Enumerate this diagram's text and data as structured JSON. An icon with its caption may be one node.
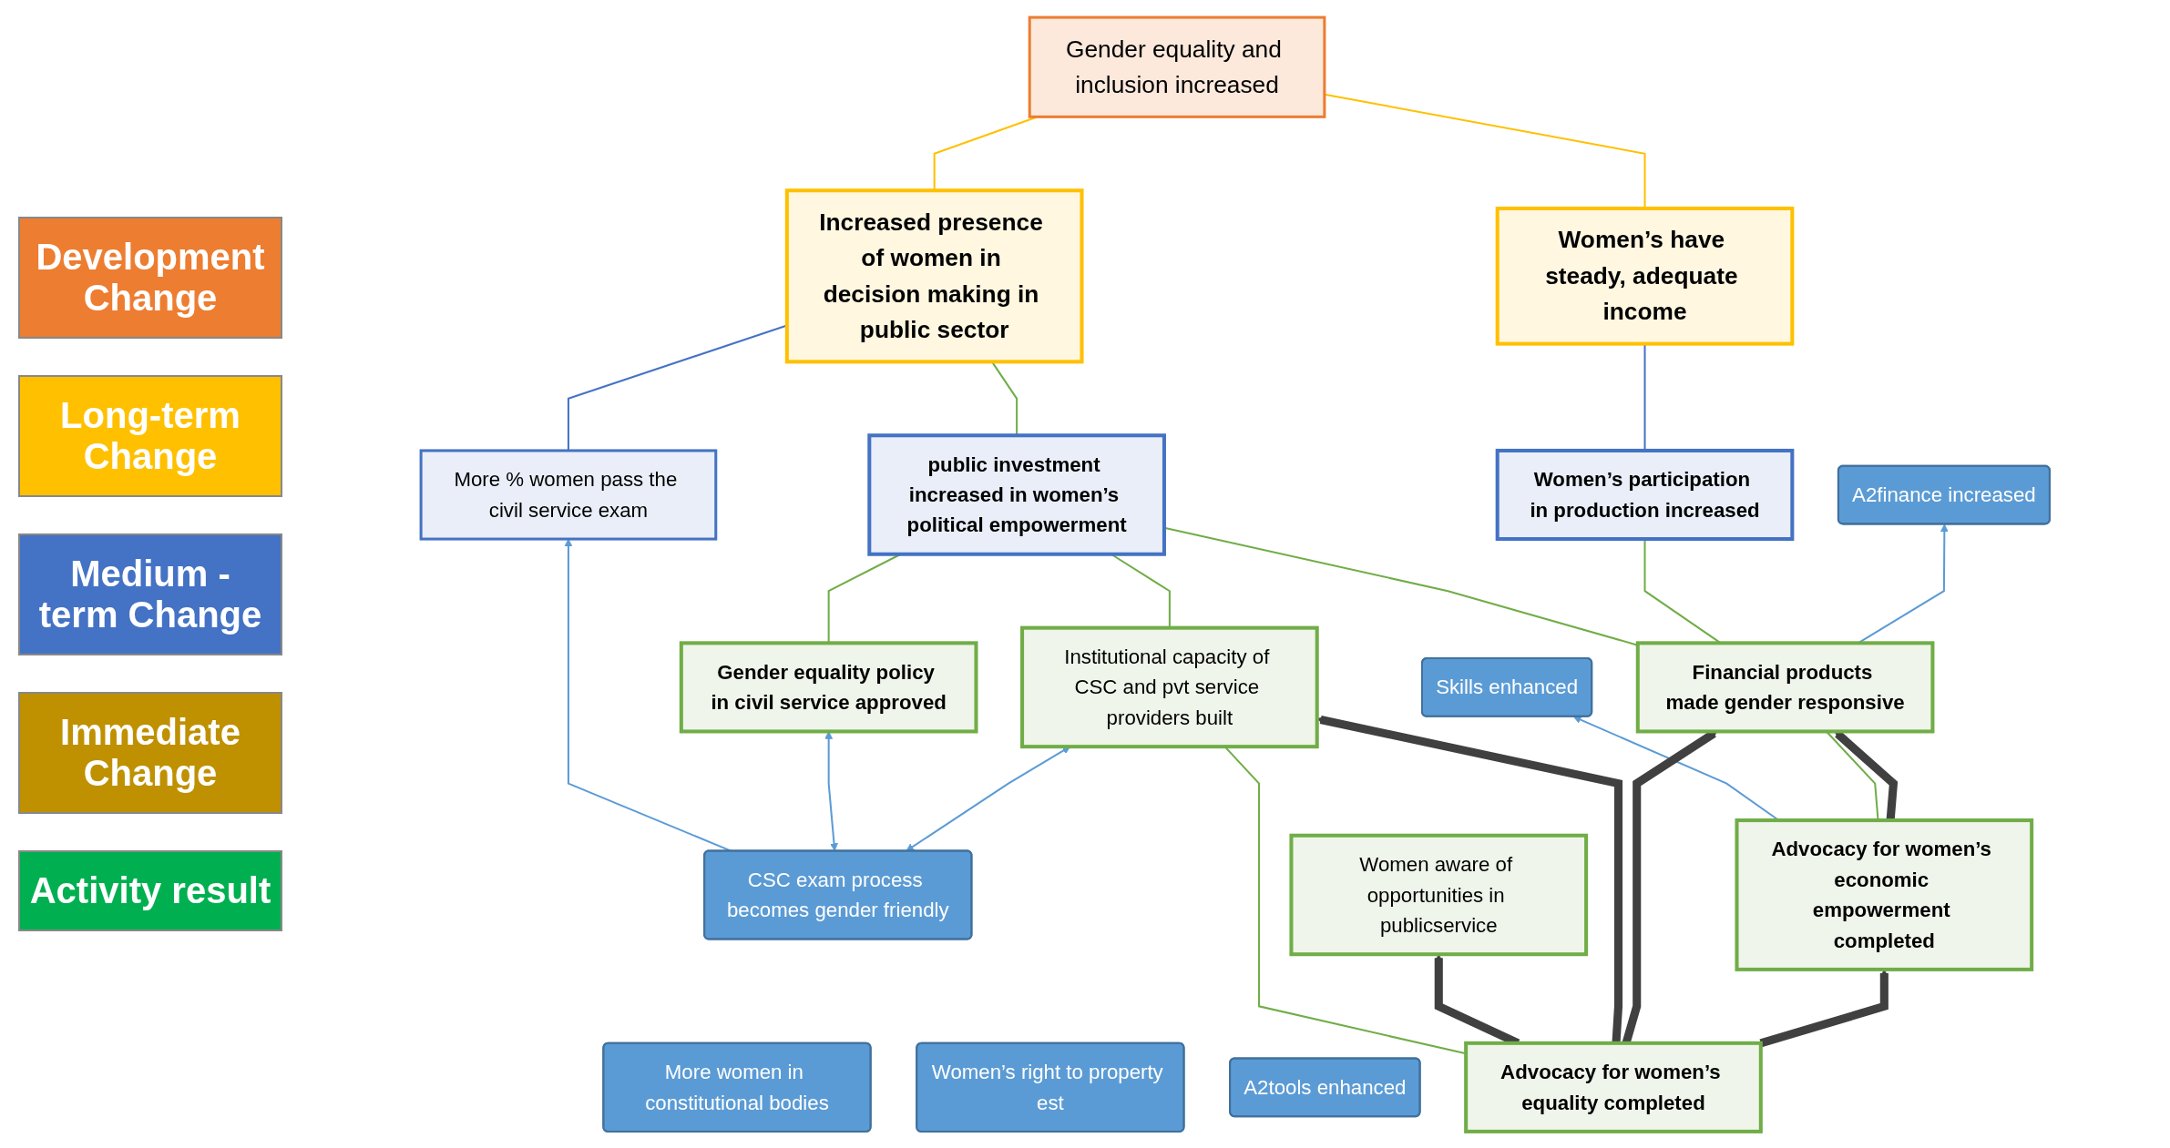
{
  "diagram": {
    "nodes": [
      {
        "text": [
          "Gender equality and inclusion increased"
        ]
      },
      {
        "text": [
          "Increased presence of women in decision making in public sector"
        ]
      },
      {
        "text": [
          "Women’s have steady, adequate income"
        ]
      },
      {
        "text": [
          "More % women pass the civil service exam"
        ]
      },
      {
        "text": [
          "public investment increased in women’s political empowerment"
        ]
      },
      {
        "text": [
          "More women in constitutional bodies"
        ]
      },
      {
        "text": [
          "Women’s participation in production increased"
        ]
      },
      {
        "text": [
          "Women’s right to property est"
        ]
      },
      {
        "text": [
          "A2tools enhanced"
        ]
      },
      {
        "text": [
          "CSC exam process becomes gender friendly"
        ]
      },
      {
        "text": [
          "Gender equality policy in civil service approved"
        ]
      },
      {
        "text": [
          "A2finance increased"
        ]
      },
      {
        "text": [
          "Skills enhanced"
        ]
      },
      {
        "text": [
          "Women aware of opportunities in publicservice"
        ]
      },
      {
        "text": [
          "Institutional capacity of CSC and pvt service providers built"
        ]
      },
      {
        "text": [
          "Financial products made gender responsive"
        ]
      },
      {
        "text": [
          "Advocacy for women’s equality completed"
        ]
      },
      {
        "text": [
          "Advocacy for women’s economic empowerment completed"
        ]
      }
    ],
    "edges": [
      {
        "from": 1,
        "to": 0,
        "arrow": "none",
        "color": "#ffc000"
      },
      {
        "from": 2,
        "to": 0,
        "arrow": "none",
        "color": "#ffc000"
      },
      {
        "from": 3,
        "to": 1,
        "arrow": "none",
        "color": "#4472c4"
      },
      {
        "from": 4,
        "to": 1,
        "arrow": "none"
      },
      {
        "from": 6,
        "to": 2,
        "arrow": "none",
        "color": "#4472c4"
      },
      {
        "from": 10,
        "to": 4,
        "arrow": "none"
      },
      {
        "from": 14,
        "to": 4,
        "arrow": "none"
      },
      {
        "from": 15,
        "to": 4,
        "arrow": "none"
      },
      {
        "from": 15,
        "to": 6,
        "arrow": "none"
      },
      {
        "from": 9,
        "to": 3,
        "arrow": "to",
        "color": "#5b9bd5"
      },
      {
        "from": 9,
        "to": 10,
        "arrow": "both",
        "color": "#5b9bd5"
      },
      {
        "from": 9,
        "to": 14,
        "arrow": "both",
        "color": "#5b9bd5"
      },
      {
        "from": 15,
        "to": 11,
        "arrow": "to",
        "color": "#5b9bd5"
      },
      {
        "from": 17,
        "to": 12,
        "arrow": "to",
        "color": "#5b9bd5"
      },
      {
        "from": 16,
        "to": 14,
        "arrow": "none"
      },
      {
        "from": 17,
        "to": 15,
        "arrow": "none"
      },
      {
        "from": 16,
        "to": 13,
        "arrow": "to",
        "style": "thick",
        "color": "#404040"
      },
      {
        "from": 16,
        "to": 14,
        "arrow": "to",
        "style": "thick",
        "color": "#404040"
      },
      {
        "from": 16,
        "to": 15,
        "arrow": "to",
        "style": "thick",
        "color": "#404040"
      },
      {
        "from": 16,
        "to": 17,
        "arrow": "to",
        "style": "thick",
        "color": "#404040"
      },
      {
        "from": 17,
        "to": 15,
        "arrow": "to",
        "style": "thick",
        "color": "#404040"
      }
    ],
    "legend": [
      {
        "text": "Development Change",
        "color": "#ed7d31"
      },
      {
        "text": "Long-term Change",
        "color": "#ffc000"
      },
      {
        "text": "Medium - term Change",
        "color": "#4472c4"
      },
      {
        "text": "Immediate Change",
        "color": "#bf9000"
      },
      {
        "text": "Activity result",
        "color": "#00b050"
      }
    ]
  }
}
